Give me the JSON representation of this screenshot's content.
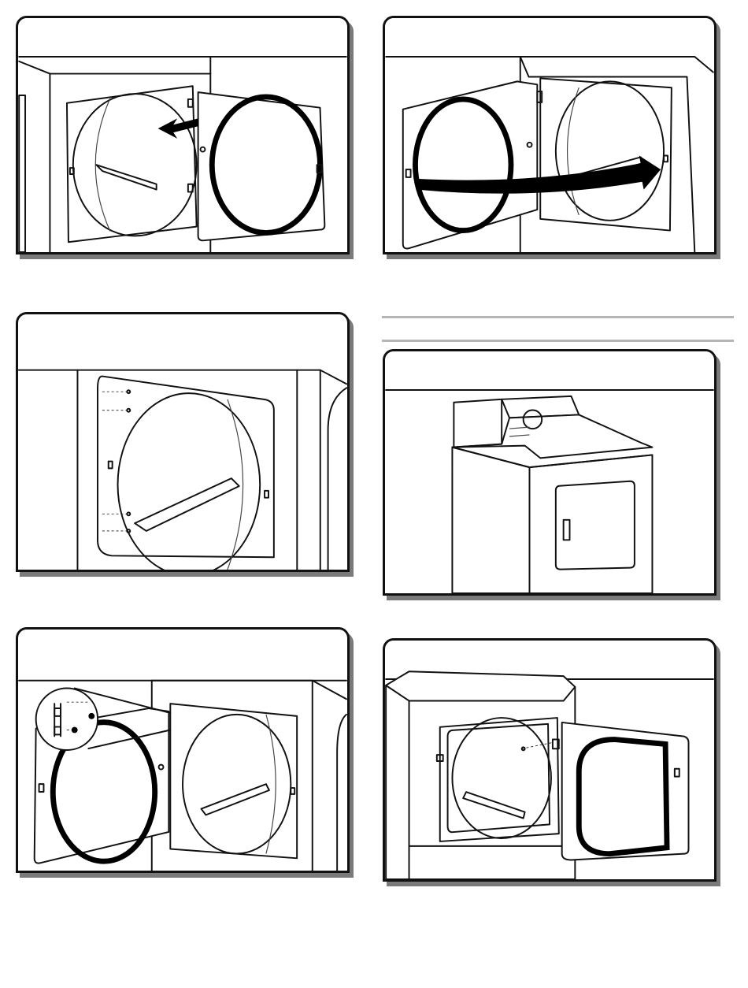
{
  "figures": [
    {
      "id": "remove-door",
      "alt": "door-removal-illustration"
    },
    {
      "id": "reverse-swing",
      "alt": "door-swing-reversal-illustration"
    },
    {
      "id": "hinge-holes",
      "alt": "hinge-mounting-holes-illustration"
    },
    {
      "id": "coin-dryer",
      "alt": "commercial-dryer-illustration"
    },
    {
      "id": "install-screws",
      "alt": "hinge-screw-installation-illustration"
    },
    {
      "id": "door-reinstalled",
      "alt": "door-reinstalled-illustration"
    }
  ],
  "colors": {
    "line": "#111111",
    "shadow": "#7a7a7a",
    "rule": "#b5b5b5",
    "arrow": "#000000"
  }
}
